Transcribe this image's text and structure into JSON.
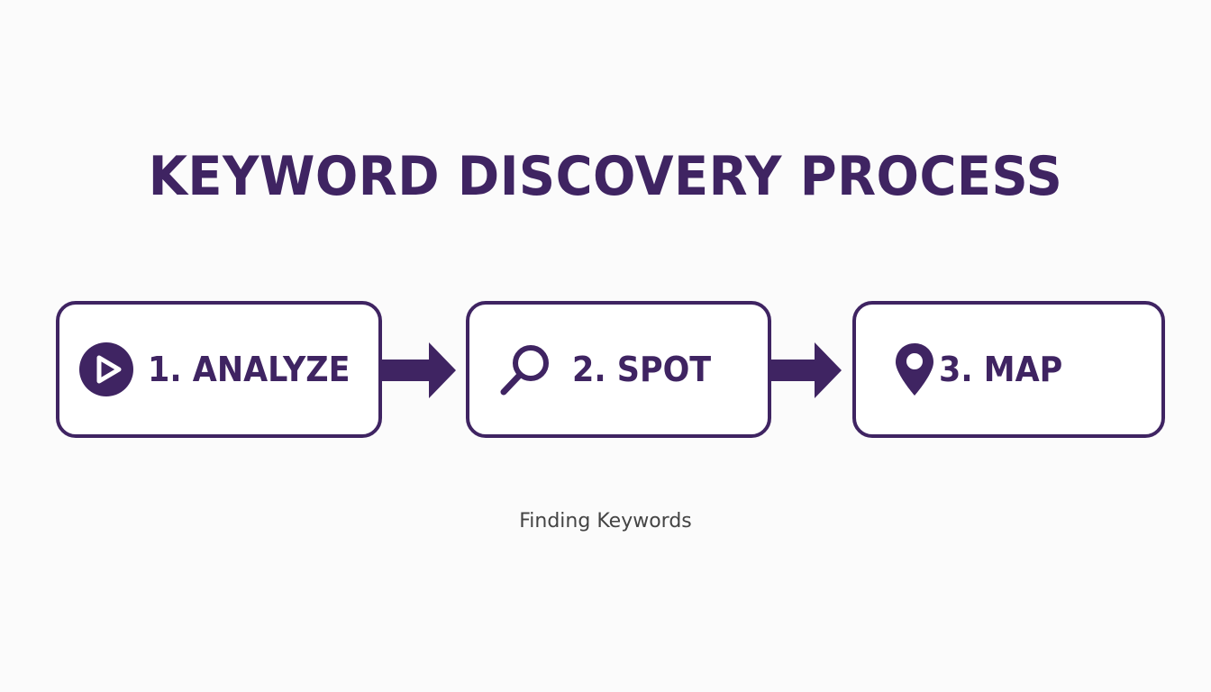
{
  "title": "KEYWORD DISCOVERY PROCESS",
  "steps": [
    {
      "label": "1. ANALYZE",
      "icon": "play-circle-icon"
    },
    {
      "label": "2. SPOT",
      "icon": "magnifier-icon"
    },
    {
      "label": "3. MAP",
      "icon": "map-pin-icon"
    }
  ],
  "caption": "Finding Keywords",
  "colors": {
    "accent": "#3f2462",
    "background": "#fbfbfb",
    "caption": "#444444"
  }
}
